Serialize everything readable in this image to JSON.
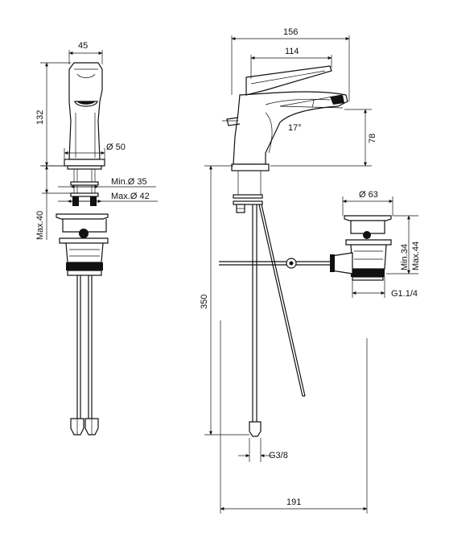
{
  "front_view": {
    "width_label": "45",
    "height_label": "132",
    "base_diameter_label": "Ø 50",
    "min_hole_label": "Min.Ø 35",
    "max_hole_label": "Max.Ø 42",
    "max_thickness_label": "Max.40"
  },
  "side_view": {
    "overall_depth_label": "156",
    "lever_depth_label": "114",
    "spout_angle_label": "17°",
    "spout_height_label": "78",
    "hose_length_label": "350",
    "connection_label": "G3/8",
    "projection_label": "191"
  },
  "waste_detail": {
    "flange_diameter_label": "Ø 63",
    "min_depth_label": "Min.34",
    "max_depth_label": "Max.44",
    "thread_label": "G1.1/4"
  },
  "icons": {
    "arrow": "arrowhead-icon"
  }
}
